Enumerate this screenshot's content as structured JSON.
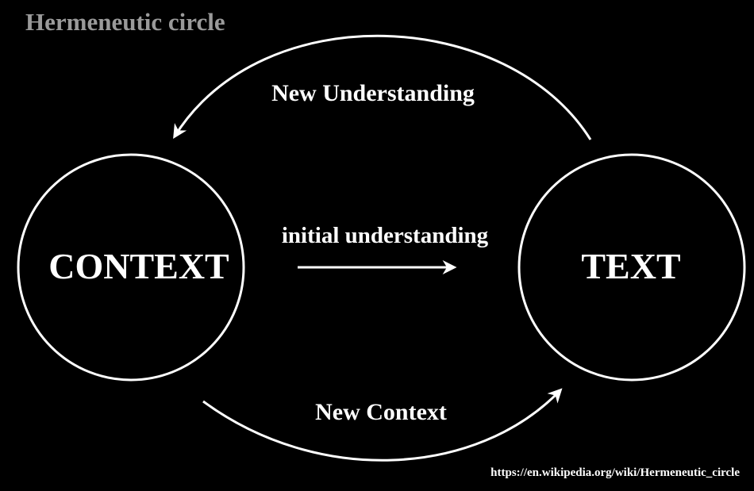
{
  "title": "Hermeneutic circle",
  "nodes": {
    "context": "CONTEXT",
    "text": "TEXT"
  },
  "edges": {
    "new_understanding": "New Understanding",
    "initial_understanding": "initial understanding",
    "new_context": "New Context"
  },
  "source_url": "https://en.wikipedia.org/wiki/Hermeneutic_circle",
  "colors": {
    "background": "#000000",
    "foreground": "#ffffff",
    "title": "#9a9a9a"
  }
}
